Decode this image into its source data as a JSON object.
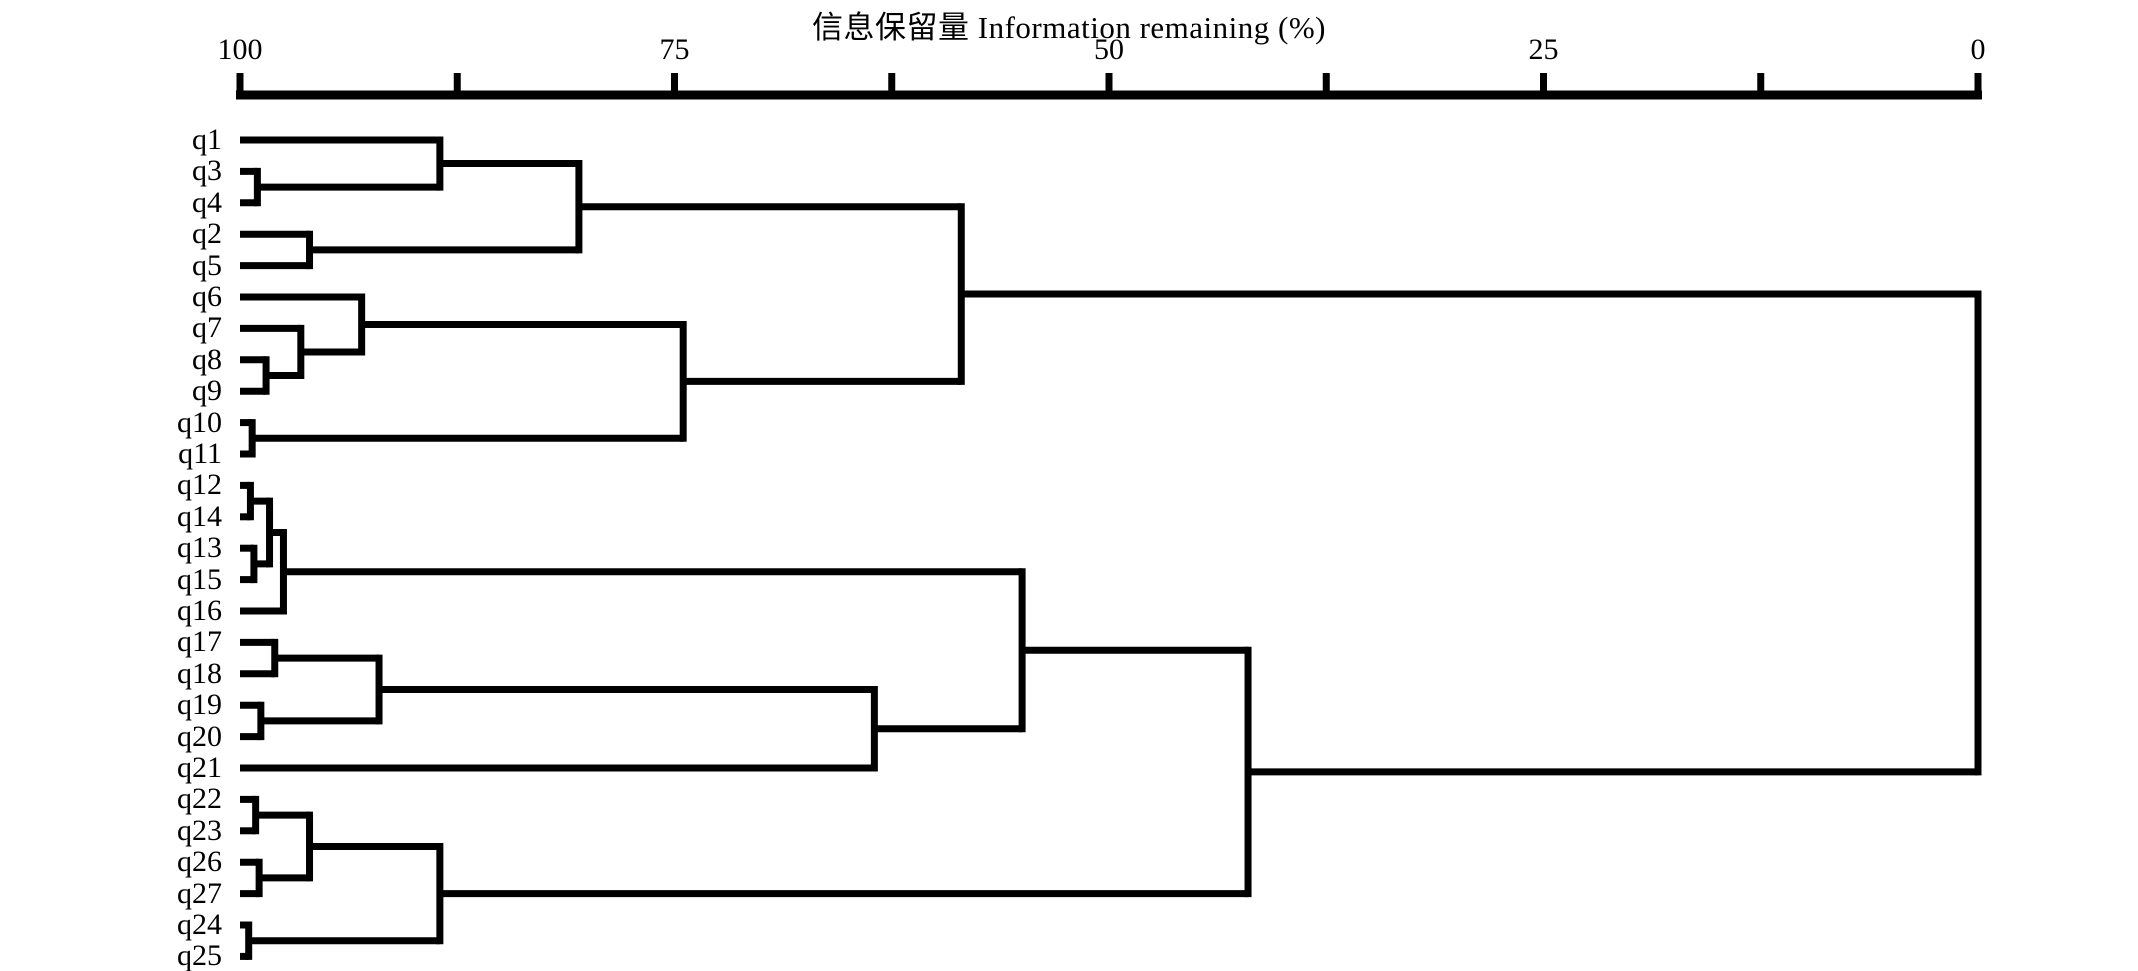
{
  "chart_data": {
    "type": "dendrogram",
    "title": "信息保留量 Information remaining (%)",
    "xlabel": "",
    "ylabel": "",
    "xlim": [
      100,
      0
    ],
    "grid": false,
    "legend": null,
    "axis": {
      "orientation": "top",
      "tick_labels": [
        "100",
        "75",
        "50",
        "25",
        "0"
      ],
      "tick_values": [
        100,
        75,
        50,
        25,
        0
      ],
      "minor_tick_values": [
        87.5,
        62.5,
        37.5,
        12.5
      ],
      "tick_direction": "up"
    },
    "leaf_labels": [
      "q1",
      "q3",
      "q4",
      "q2",
      "q5",
      "q6",
      "q7",
      "q8",
      "q9",
      "q10",
      "q11",
      "q12",
      "q14",
      "q13",
      "q15",
      "q16",
      "q17",
      "q18",
      "q19",
      "q20",
      "q21",
      "q22",
      "q23",
      "q26",
      "q27",
      "q24",
      "q25"
    ],
    "leaf_count": 27,
    "merges": [
      {
        "id": "m1",
        "children": [
          "q3",
          "q4"
        ],
        "information_remaining": 99.0
      },
      {
        "id": "m2",
        "children": [
          "q1",
          "m1"
        ],
        "information_remaining": 88.5
      },
      {
        "id": "m3",
        "children": [
          "q2",
          "q5"
        ],
        "information_remaining": 96.0
      },
      {
        "id": "m4",
        "children": [
          "m2",
          "m3"
        ],
        "information_remaining": 80.5
      },
      {
        "id": "m5",
        "children": [
          "q8",
          "q9"
        ],
        "information_remaining": 98.5
      },
      {
        "id": "m6",
        "children": [
          "q7",
          "m5"
        ],
        "information_remaining": 96.5
      },
      {
        "id": "m7",
        "children": [
          "q6",
          "m6"
        ],
        "information_remaining": 93.0
      },
      {
        "id": "m8",
        "children": [
          "q10",
          "q11"
        ],
        "information_remaining": 99.3
      },
      {
        "id": "m9",
        "children": [
          "m7",
          "m8"
        ],
        "information_remaining": 74.5
      },
      {
        "id": "m10",
        "children": [
          "m4",
          "m9"
        ],
        "information_remaining": 58.5
      },
      {
        "id": "m11",
        "children": [
          "q12",
          "q14"
        ],
        "information_remaining": 99.4
      },
      {
        "id": "m12",
        "children": [
          "q13",
          "q15"
        ],
        "information_remaining": 99.2
      },
      {
        "id": "m13",
        "children": [
          "m11",
          "m12"
        ],
        "information_remaining": 98.3
      },
      {
        "id": "m14",
        "children": [
          "m13",
          "q16"
        ],
        "information_remaining": 97.5
      },
      {
        "id": "m15",
        "children": [
          "q17",
          "q18"
        ],
        "information_remaining": 98.0
      },
      {
        "id": "m16",
        "children": [
          "q19",
          "q20"
        ],
        "information_remaining": 98.8
      },
      {
        "id": "m17",
        "children": [
          "m15",
          "m16"
        ],
        "information_remaining": 92.0
      },
      {
        "id": "m18",
        "children": [
          "m17",
          "q21"
        ],
        "information_remaining": 63.5
      },
      {
        "id": "m19",
        "children": [
          "m14",
          "m18"
        ],
        "information_remaining": 55.0
      },
      {
        "id": "m20",
        "children": [
          "q22",
          "q23"
        ],
        "information_remaining": 99.1
      },
      {
        "id": "m21",
        "children": [
          "q26",
          "q27"
        ],
        "information_remaining": 98.9
      },
      {
        "id": "m22",
        "children": [
          "m20",
          "m21"
        ],
        "information_remaining": 96.0
      },
      {
        "id": "m23",
        "children": [
          "q24",
          "q25"
        ],
        "information_remaining": 99.5
      },
      {
        "id": "m24",
        "children": [
          "m22",
          "m23"
        ],
        "information_remaining": 88.5
      },
      {
        "id": "m25",
        "children": [
          "m19",
          "m24"
        ],
        "information_remaining": 42.0
      },
      {
        "id": "m26",
        "children": [
          "m10",
          "m25"
        ],
        "information_remaining": 0.0
      }
    ]
  },
  "style": {
    "line_color": "#000000",
    "background": "#ffffff",
    "axis_color": "#000000"
  }
}
